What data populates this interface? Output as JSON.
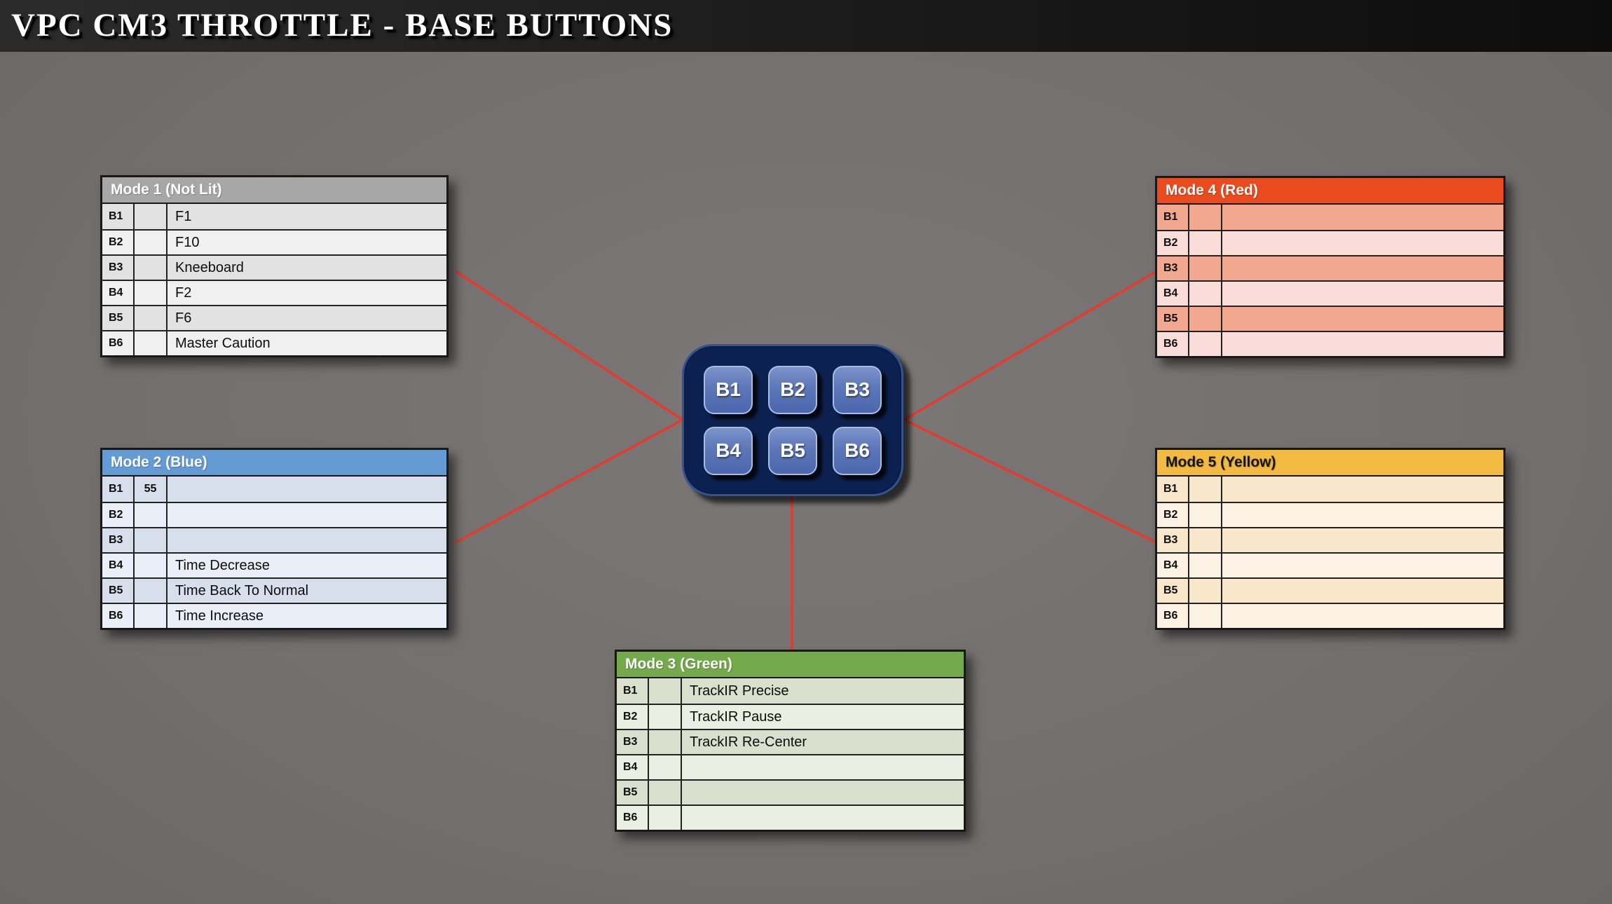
{
  "title_bar": {
    "title": "VPC CM3 THROTTLE - BASE BUTTONS"
  },
  "colors": {
    "background": "#747070",
    "title_bar_left": "#2b2b2b",
    "title_bar_right": "#0d0d0d",
    "title_text": "#ffffff",
    "connector_red": "#e63a2c",
    "pad_background": "#0d2150",
    "pad_border": "#35538e",
    "pad_button_top": "#7c93ca",
    "pad_button_bottom": "#4b67ad",
    "pad_button_border": "#a9bce2",
    "pad_button_text": "#ffffff"
  },
  "pad": {
    "buttons": [
      "B1",
      "B2",
      "B3",
      "B4",
      "B5",
      "B6"
    ]
  },
  "tables": [
    {
      "title": "Mode 1 (Not Lit)",
      "header_bg": "#a7a7a7",
      "header_text": "#ffffff",
      "row_dark": "#e2e2e2",
      "row_light": "#f0f0f0",
      "rows": [
        {
          "button": "B1",
          "mid": "",
          "action": "F1"
        },
        {
          "button": "B2",
          "mid": "",
          "action": "F10"
        },
        {
          "button": "B3",
          "mid": "",
          "action": "Kneeboard"
        },
        {
          "button": "B4",
          "mid": "",
          "action": "F2"
        },
        {
          "button": "B5",
          "mid": "",
          "action": "F6"
        },
        {
          "button": "B6",
          "mid": "",
          "action": "Master Caution"
        }
      ]
    },
    {
      "title": "Mode 2 (Blue)",
      "header_bg": "#659bd3",
      "header_text": "#ffffff",
      "row_dark": "#d7dfed",
      "row_light": "#eaeff7",
      "rows": [
        {
          "button": "B1",
          "mid": "55",
          "action": ""
        },
        {
          "button": "B2",
          "mid": "",
          "action": ""
        },
        {
          "button": "B3",
          "mid": "",
          "action": ""
        },
        {
          "button": "B4",
          "mid": "",
          "action": "Time Decrease"
        },
        {
          "button": "B5",
          "mid": "",
          "action": "Time Back To Normal"
        },
        {
          "button": "B6",
          "mid": "",
          "action": "Time Increase"
        }
      ]
    },
    {
      "title": "Mode 3 (Green)",
      "header_bg": "#74a94c",
      "header_text": "#ffffff",
      "row_dark": "#d9e1ce",
      "row_light": "#ebefe3",
      "rows": [
        {
          "button": "B1",
          "mid": "",
          "action": "TrackIR Precise"
        },
        {
          "button": "B2",
          "mid": "",
          "action": "TrackIR Pause"
        },
        {
          "button": "B3",
          "mid": "",
          "action": "TrackIR Re-Center"
        },
        {
          "button": "B4",
          "mid": "",
          "action": ""
        },
        {
          "button": "B5",
          "mid": "",
          "action": ""
        },
        {
          "button": "B6",
          "mid": "",
          "action": ""
        }
      ]
    },
    {
      "title": "Mode 4 (Red)",
      "header_bg": "#e94b1f",
      "header_text": "#ffffff",
      "row_dark": "#f2a78f",
      "row_light": "#fadcd8",
      "rows": [
        {
          "button": "B1",
          "mid": "",
          "action": ""
        },
        {
          "button": "B2",
          "mid": "",
          "action": ""
        },
        {
          "button": "B3",
          "mid": "",
          "action": ""
        },
        {
          "button": "B4",
          "mid": "",
          "action": ""
        },
        {
          "button": "B5",
          "mid": "",
          "action": ""
        },
        {
          "button": "B6",
          "mid": "",
          "action": ""
        }
      ]
    },
    {
      "title": "Mode 5 (Yellow)",
      "header_bg": "#f2ba41",
      "header_text": "#141414",
      "row_dark": "#f8e7cb",
      "row_light": "#fbf2e3",
      "rows": [
        {
          "button": "B1",
          "mid": "",
          "action": ""
        },
        {
          "button": "B2",
          "mid": "",
          "action": ""
        },
        {
          "button": "B3",
          "mid": "",
          "action": ""
        },
        {
          "button": "B4",
          "mid": "",
          "action": ""
        },
        {
          "button": "B5",
          "mid": "",
          "action": ""
        },
        {
          "button": "B6",
          "mid": "",
          "action": ""
        }
      ]
    }
  ]
}
